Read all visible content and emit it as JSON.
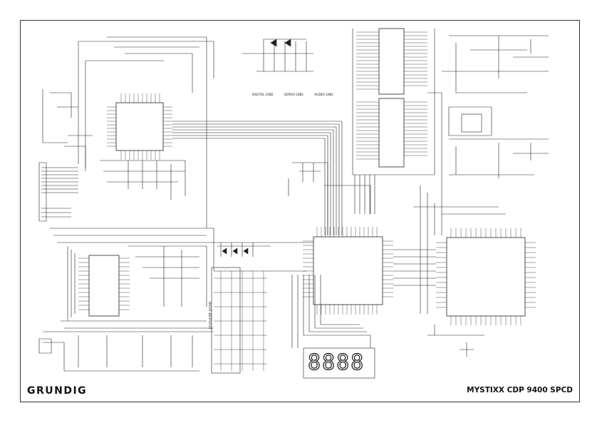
{
  "title_block": {
    "brand": "GRUNDIG",
    "model": "MYSTIXX CDP 9400 SPCD"
  },
  "legends": {
    "ground_symbols": [
      "DIGITAL GND",
      "SERVO GND",
      "AUDIO GND"
    ],
    "connector_note": "NICHT BESTÜCKT"
  },
  "display": {
    "segments": "8888"
  },
  "colors": {
    "line": "#222222",
    "background": "#ffffff"
  }
}
